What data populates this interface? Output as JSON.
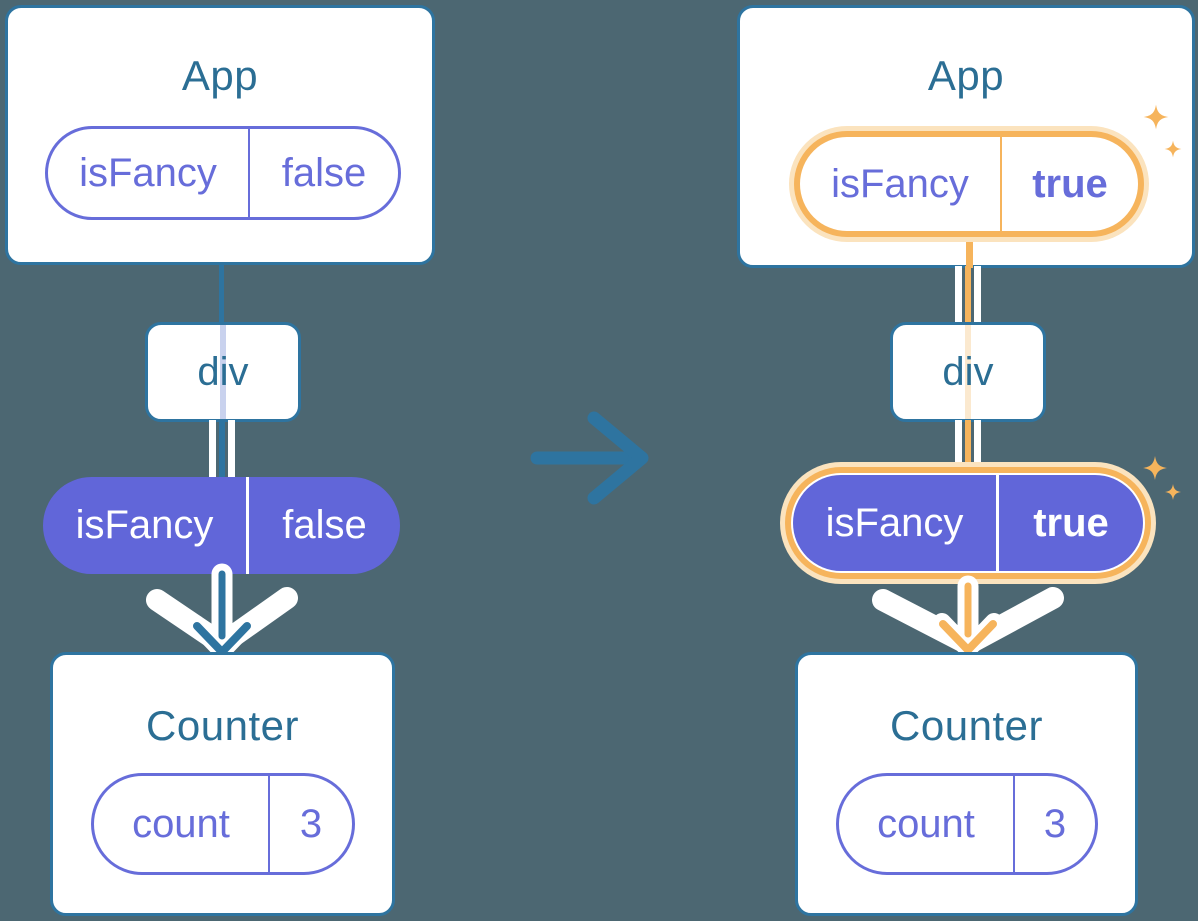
{
  "diagram": {
    "description": "React state tree before and after: App passes isFancy prop through div to Counter",
    "before": {
      "app": {
        "title": "App",
        "prop_name": "isFancy",
        "prop_value": "false"
      },
      "div_label": "div",
      "passed_prop_name": "isFancy",
      "passed_prop_value": "false",
      "counter": {
        "title": "Counter",
        "state_name": "count",
        "state_value": "3"
      }
    },
    "after": {
      "app": {
        "title": "App",
        "prop_name": "isFancy",
        "prop_value": "true"
      },
      "div_label": "div",
      "passed_prop_name": "isFancy",
      "passed_prop_value": "true",
      "counter": {
        "title": "Counter",
        "state_name": "count",
        "state_value": "3"
      }
    },
    "colors": {
      "background": "#4C6772",
      "card_border": "#2E74A0",
      "title_text": "#2B6E94",
      "purple_fill": "#6166D9",
      "purple_outline": "#676DDA",
      "highlight_orange": "#F6B45C",
      "highlight_glow": "#FBE3BE",
      "pale_lavender": "#C9D2EE",
      "pale_orange": "#FBE9CF",
      "white": "#FFFFFF"
    }
  }
}
